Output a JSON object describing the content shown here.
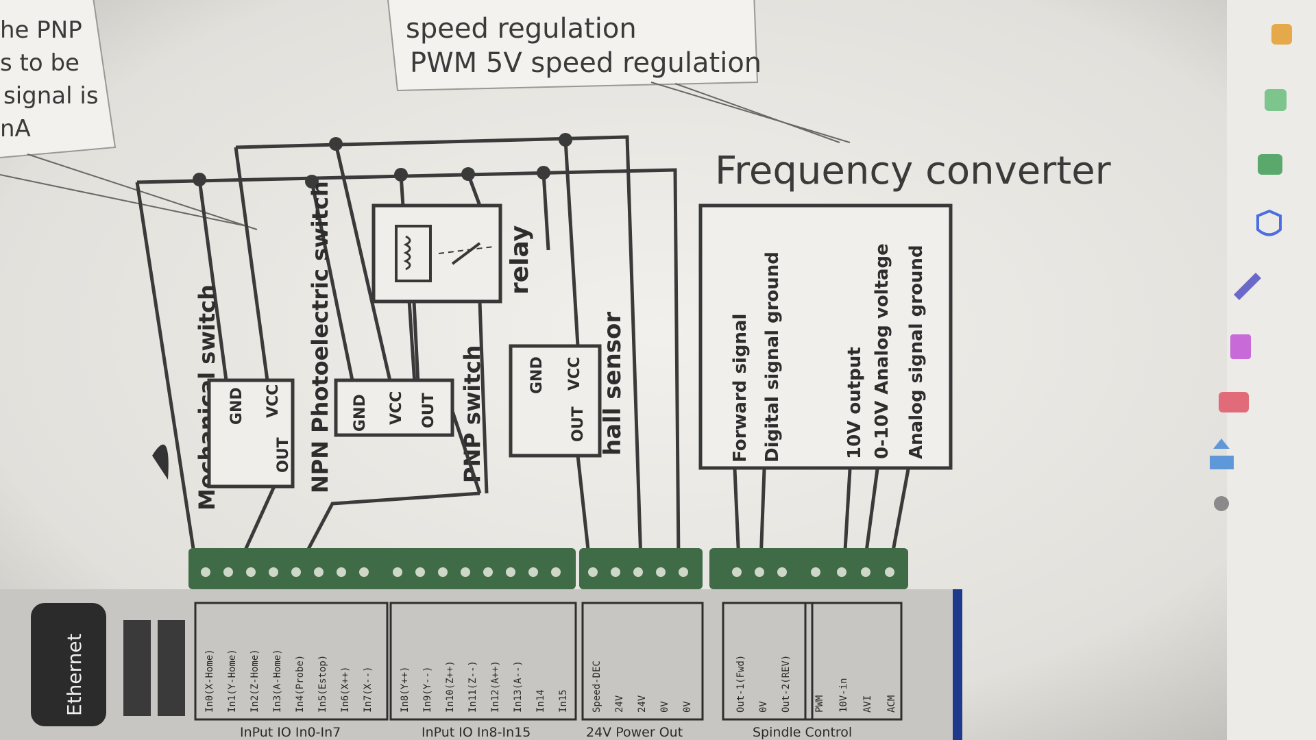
{
  "callouts": {
    "left_lines": [
      "he PNP",
      "s to be",
      "signal is",
      "nA"
    ],
    "top_lines": [
      "speed regulation",
      "PWM 5V speed regulation"
    ]
  },
  "frequency_converter": {
    "title": "Frequency converter",
    "signals": [
      "Forward signal",
      "Digital signal ground",
      "10V output",
      "0-10V Analog voltage",
      "Analog signal ground"
    ]
  },
  "devices": {
    "mechanical_switch": "Mechanical switch",
    "npn_switch": "NPN Photoelectric switch",
    "pnp_switch": "PNP switch",
    "relay": "relay",
    "hall_sensor": "hall sensor",
    "pins": {
      "gnd": "GND",
      "vcc": "VCC",
      "out": "OUT"
    }
  },
  "board": {
    "ethernet": "Ethernet",
    "groups": {
      "input_a": {
        "label": "InPut IO In0-In7",
        "pins": [
          "In0(X-Home)",
          "In1(Y-Home)",
          "In2(Z-Home)",
          "In3(A-Home)",
          "In4(Probe)",
          "In5(Estop)",
          "In6(X++)",
          "In7(X--)"
        ]
      },
      "input_b": {
        "label": "InPut IO In8-In15",
        "pins": [
          "In8(Y++)",
          "In9(Y--)",
          "In10(Z++)",
          "In11(Z--)",
          "In12(A++)",
          "In13(A--)",
          "In14",
          "In15"
        ]
      },
      "power": {
        "label": "24V Power Out",
        "pins": [
          "Speed-DEC",
          "24V",
          "24V",
          "0V",
          "0V"
        ]
      },
      "spindle": {
        "label": "Spindle Control",
        "pins": [
          "Out-1(Fwd)",
          "0V",
          "Out-2(REV)",
          "PWM",
          "10V-in",
          "AVI",
          "ACM"
        ]
      }
    }
  },
  "colors": {
    "wire": "#3a3a3a",
    "terminal_green": "#3f6b47",
    "board": "#c8c6c2",
    "sidebar": "#ecebe8"
  },
  "sidebar_icons": [
    "folder-icon",
    "app-icon",
    "image-icon",
    "shield-icon",
    "pen-icon",
    "document-icon",
    "mail-icon",
    "upload-icon",
    "user-icon"
  ]
}
